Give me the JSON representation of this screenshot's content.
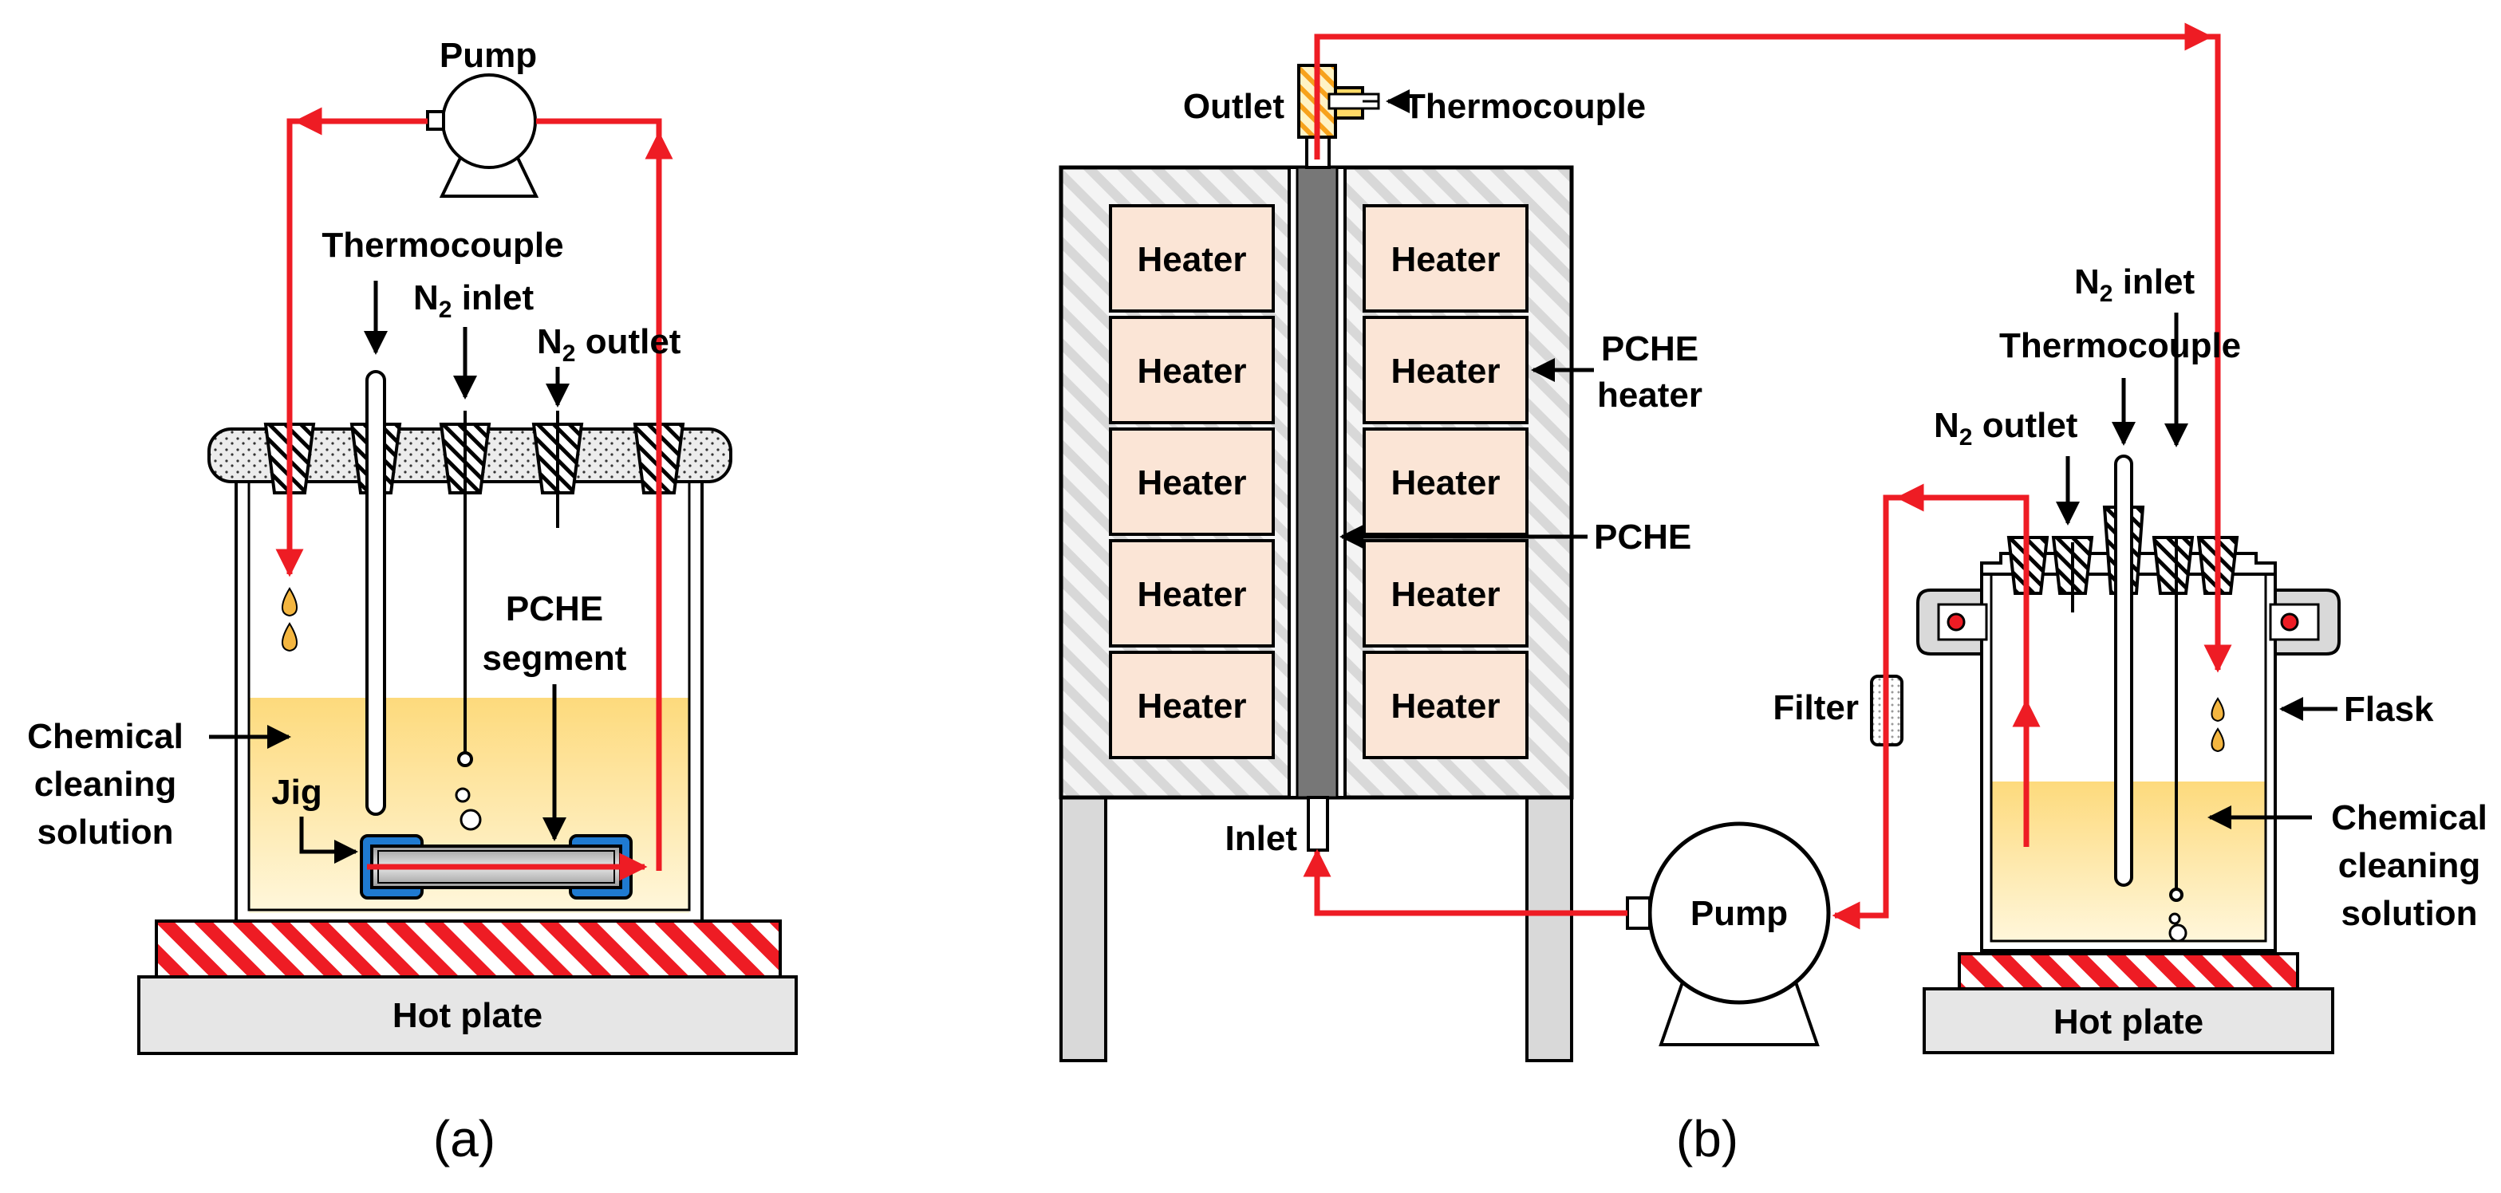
{
  "panel_a": {
    "pump": "Pump",
    "thermocouple": "Thermocouple",
    "n2_inlet_pre": "N",
    "n2_inlet_sub": "2",
    "n2_inlet_post": " inlet",
    "n2_outlet_pre": "N",
    "n2_outlet_sub": "2",
    "n2_outlet_post": " outlet",
    "pche_segment_1": "PCHE",
    "pche_segment_2": "segment",
    "chemical_1": "Chemical",
    "chemical_2": "cleaning",
    "chemical_3": "solution",
    "jig": "Jig",
    "hot_plate": "Hot plate",
    "caption": "(a)"
  },
  "panel_b": {
    "outlet": "Outlet",
    "thermocouple_top": "Thermocouple",
    "heater": "Heater",
    "pche_heater_1": "PCHE",
    "pche_heater_2": "heater",
    "pche": "PCHE",
    "inlet": "Inlet",
    "pump": "Pump",
    "filter": "Filter",
    "n2_inlet_pre": "N",
    "n2_inlet_sub": "2",
    "n2_inlet_post": " inlet",
    "thermocouple_flask": "Thermocouple",
    "n2_outlet_pre": "N",
    "n2_outlet_sub": "2",
    "n2_outlet_post": " outlet",
    "flask": "Flask",
    "chemical_1": "Chemical",
    "chemical_2": "cleaning",
    "chemical_3": "solution",
    "hot_plate": "Hot plate",
    "caption": "(b)"
  },
  "colors": {
    "flow_line": "#ee1c24",
    "solution_top": "#fde9a6",
    "heater_fill": "#fbe5d6",
    "jig_blue": "#1f7ad1",
    "pche_core": "#777777",
    "hot_plate_stripe": "#ee1c24",
    "leg_gray": "#d9d9d9"
  }
}
